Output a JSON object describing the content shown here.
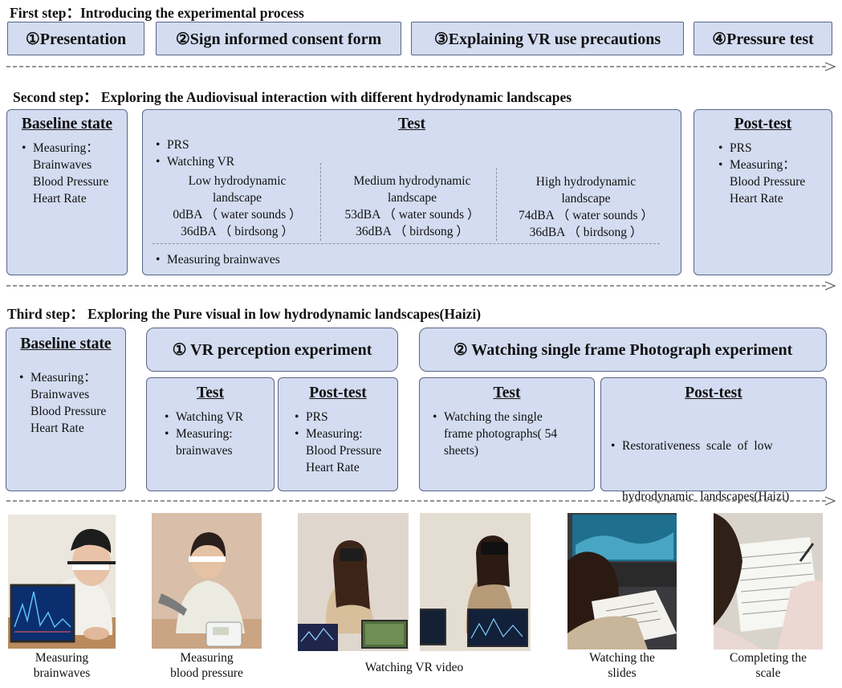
{
  "step1": {
    "heading": "First step：Introducing the experimental process",
    "boxes": [
      "①Presentation",
      "②Sign informed consent form",
      "③Explaining VR use precautions",
      "④Pressure test"
    ]
  },
  "step2": {
    "heading": "Second step：  Exploring the Audiovisual interaction with different hydrodynamic landscapes",
    "baseline": {
      "title": "Baseline state",
      "item": "Measuring：",
      "lines": [
        "Brainwaves",
        "Blood Pressure",
        "Heart Rate"
      ]
    },
    "test": {
      "title": "Test",
      "items": [
        "PRS",
        "Watching  VR"
      ],
      "columns": [
        {
          "name1": "Low hydrodynamic",
          "name2": "landscape",
          "water": "0dBA （ water sounds ）",
          "bird": "36dBA （ birdsong ）"
        },
        {
          "name1": "Medium hydrodynamic",
          "name2": "landscape",
          "water": "53dBA （ water sounds ）",
          "bird": "36dBA （ birdsong ）"
        },
        {
          "name1": "High hydrodynamic",
          "name2": "landscape",
          "water": "74dBA （ water sounds ）",
          "bird": "36dBA （ birdsong ）"
        }
      ],
      "footer": "Measuring brainwaves"
    },
    "posttest": {
      "title": "Post-test",
      "items": [
        "PRS",
        "Measuring："
      ],
      "lines": [
        "Blood Pressure",
        "Heart Rate"
      ]
    }
  },
  "step3": {
    "heading": "Third step：  Exploring the Pure visual in  low hydrodynamic landscapes(Haizi)",
    "baseline": {
      "title": "Baseline state",
      "item": "Measuring：",
      "lines": [
        "Brainwaves",
        "Blood Pressure",
        "Heart Rate"
      ]
    },
    "vr": {
      "header": "①  VR perception experiment",
      "test": {
        "title": "Test",
        "items": [
          "Watching VR",
          "Measuring:"
        ],
        "lines": [
          "brainwaves"
        ]
      },
      "posttest": {
        "title": "Post-test",
        "items": [
          "PRS",
          "Measuring:"
        ],
        "lines": [
          "Blood Pressure",
          "Heart Rate"
        ]
      }
    },
    "photo": {
      "header": "②  Watching single frame Photograph experiment",
      "test": {
        "title": "Test",
        "item": "Watching the single",
        "lines": [
          "frame photographs( 54",
          "sheets)"
        ]
      },
      "posttest": {
        "title": "Post-test",
        "item": "Restorativeness  scale  of  low",
        "lines": [
          "hydrodynamic  landscapes(Haizi)"
        ]
      }
    }
  },
  "captions": [
    {
      "l1": "Measuring",
      "l2": "brainwaves"
    },
    {
      "l1": "Measuring",
      "l2": "blood pressure"
    },
    {
      "l1": "Watching  VR video",
      "l2": ""
    },
    {
      "l1": "Watching the",
      "l2": "slides"
    },
    {
      "l1": "Completing the",
      "l2": "scale"
    }
  ],
  "colors": {
    "box_fill": "#d3dcf0",
    "box_border": "#5a6588",
    "arrow": "#555555"
  }
}
